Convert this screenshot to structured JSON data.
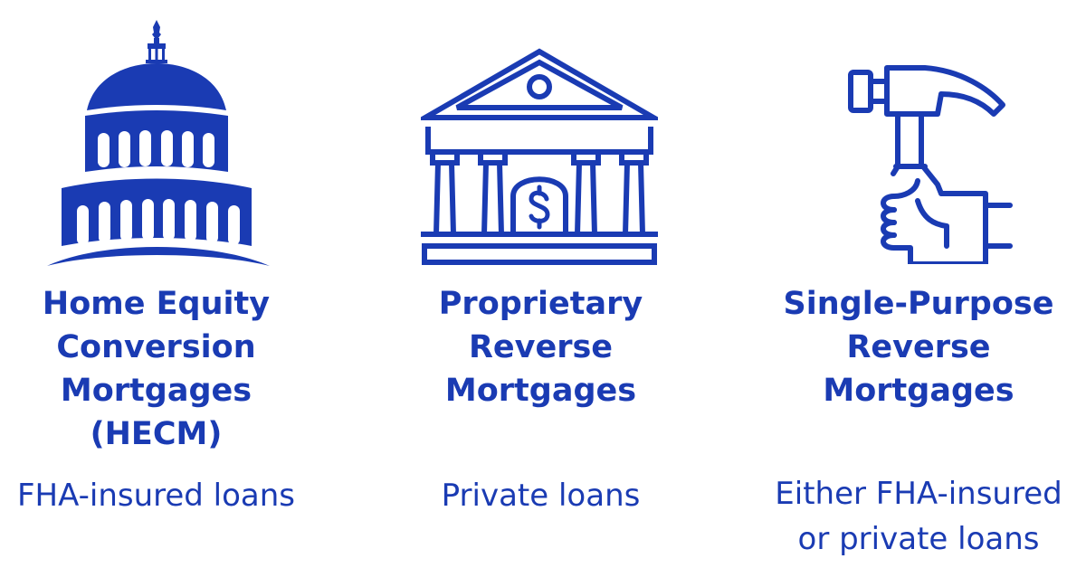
{
  "colors": {
    "accent": "#1a3bb3",
    "background": "#ffffff"
  },
  "columns": [
    {
      "icon": "capitol-dome-icon",
      "title_lines": [
        "Home Equity",
        "Conversion",
        "Mortgages",
        "(HECM)"
      ],
      "description_lines": [
        "FHA-insured loans"
      ]
    },
    {
      "icon": "bank-building-dollar-icon",
      "title_lines": [
        "Proprietary",
        "Reverse",
        "Mortgages"
      ],
      "description_lines": [
        "Private loans"
      ]
    },
    {
      "icon": "hand-holding-hammer-icon",
      "title_lines": [
        "Single-Purpose",
        "Reverse",
        "Mortgages"
      ],
      "description_lines": [
        "Either FHA-insured",
        "or private loans"
      ]
    }
  ]
}
